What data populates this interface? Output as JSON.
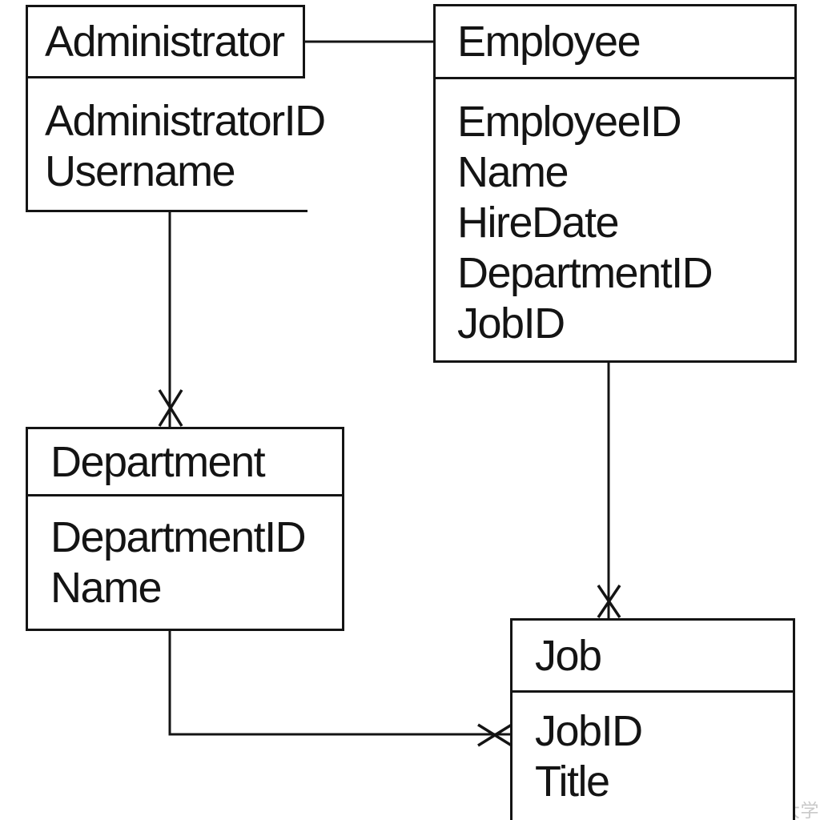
{
  "diagram": {
    "type": "entity-relationship-diagram",
    "background_color": "#ffffff",
    "ink_color": "#141414",
    "entities": [
      {
        "name": "Administrator",
        "fields": [
          "AdministratorID",
          "Username"
        ]
      },
      {
        "name": "Employee",
        "fields": [
          "EmployeeID",
          "Name",
          "HireDate",
          "DepartmentID",
          "JobID"
        ]
      },
      {
        "name": "Department",
        "fields": [
          "DepartmentID",
          "Name"
        ]
      },
      {
        "name": "Job",
        "fields": [
          "JobID",
          "Title"
        ]
      }
    ],
    "relationships": [
      {
        "from": "Administrator",
        "to": "Employee",
        "end_marker": "none"
      },
      {
        "from": "Administrator",
        "to": "Department",
        "end_marker": "many-x"
      },
      {
        "from": "Employee",
        "to": "Job",
        "end_marker": "many-x"
      },
      {
        "from": "Department",
        "to": "Job",
        "end_marker": "many-x"
      }
    ]
  },
  "watermark": {
    "text": "CSDN @B站计算机毕业设计大学",
    "color": "#cacaca"
  }
}
